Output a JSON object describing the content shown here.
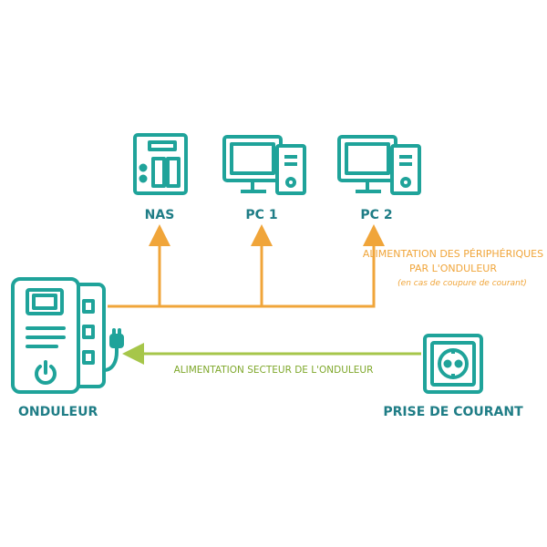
{
  "devices": {
    "nas": {
      "label": "NAS"
    },
    "pc1": {
      "label": "PC 1"
    },
    "pc2": {
      "label": "PC 2"
    },
    "ups": {
      "label": "ONDULEUR"
    },
    "outlet": {
      "label": "PRISE DE COURANT"
    }
  },
  "annotations": {
    "peripheral_power_line1": "ALIMENTATION DES PÉRIPHÉRIQUES",
    "peripheral_power_line2": "PAR L'ONDULEUR",
    "peripheral_power_note": "(en cas de coupure de courant)",
    "mains_power": "ALIMENTATION SECTEUR DE L'ONDULEUR"
  },
  "colors": {
    "device": "#1fa39a",
    "label": "#1f7d86",
    "ups_link": "#f0a53a",
    "mains_link": "#a6c64a"
  }
}
